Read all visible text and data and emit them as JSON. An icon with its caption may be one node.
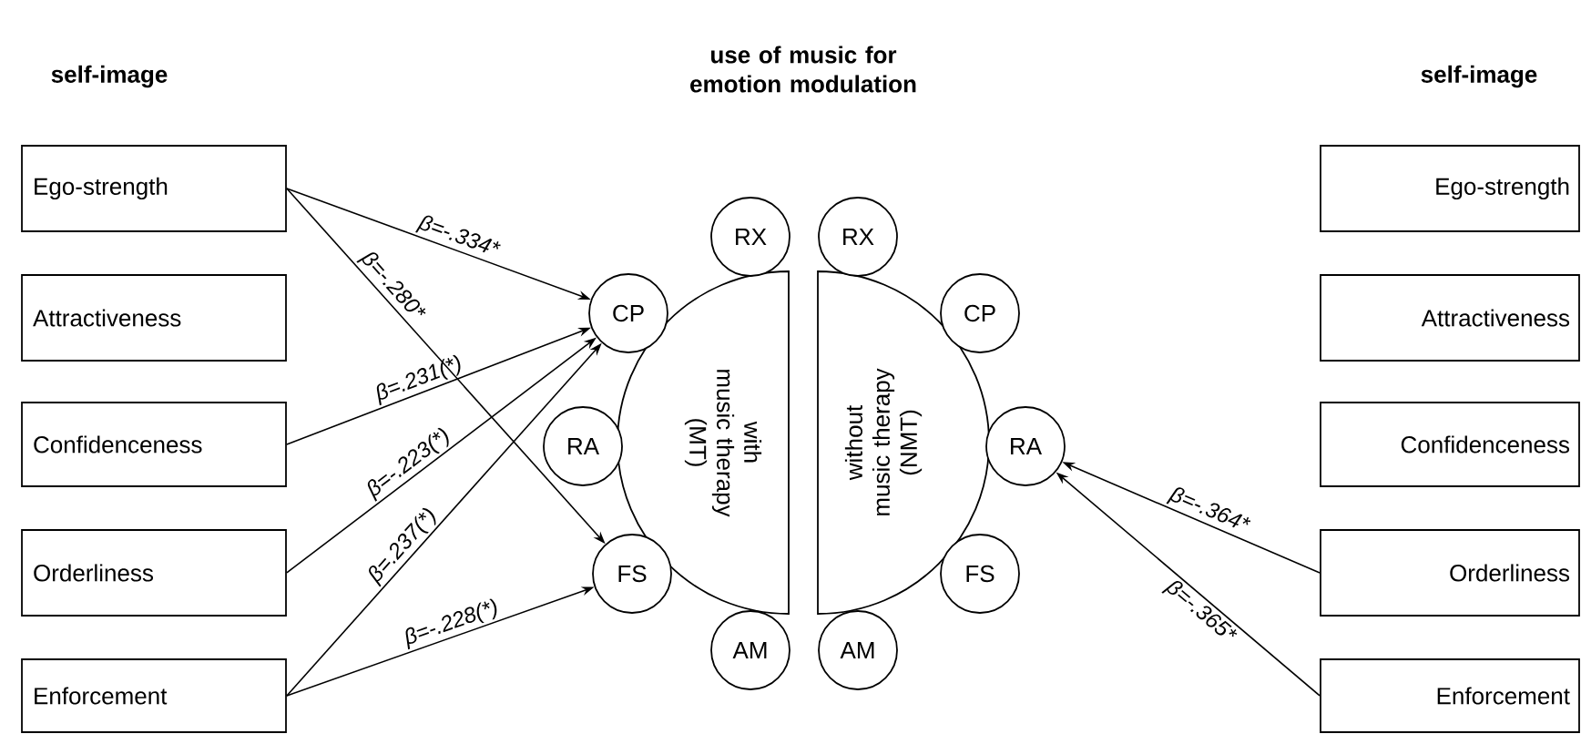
{
  "diagram": {
    "title": "use of music for emotion modulation",
    "nodes": [
      {
        "text": [
          "Ego-strength"
        ]
      },
      {
        "text": [
          "Attractiveness"
        ]
      },
      {
        "text": [
          "Confidenceness"
        ]
      },
      {
        "text": [
          "Orderliness"
        ]
      },
      {
        "text": [
          "Enforcement"
        ]
      },
      {
        "text": [
          "with music therapy (MT)"
        ]
      },
      {
        "text": [
          "RX"
        ]
      },
      {
        "text": [
          "CP"
        ]
      },
      {
        "text": [
          "RA"
        ]
      },
      {
        "text": [
          "FS"
        ]
      },
      {
        "text": [
          "AM"
        ]
      },
      {
        "text": [
          "without music therapy (NMT)"
        ]
      },
      {
        "text": [
          "RX"
        ]
      },
      {
        "text": [
          "CP"
        ]
      },
      {
        "text": [
          "RA"
        ]
      },
      {
        "text": [
          "FS"
        ]
      },
      {
        "text": [
          "AM"
        ]
      },
      {
        "text": [
          "Ego-strength"
        ]
      },
      {
        "text": [
          "Attractiveness"
        ]
      },
      {
        "text": [
          "Confidenceness"
        ]
      },
      {
        "text": [
          "Orderliness"
        ]
      },
      {
        "text": [
          "Enforcement"
        ]
      }
    ],
    "edges": [
      {
        "from": 0,
        "to": 7,
        "arrow": "to",
        "label": "β=-.334*"
      },
      {
        "from": 0,
        "to": 9,
        "arrow": "to",
        "label": "β=-.280*"
      },
      {
        "from": 2,
        "to": 7,
        "arrow": "to",
        "label": "β=.231(*)"
      },
      {
        "from": 3,
        "to": 7,
        "arrow": "to",
        "label": "β=-.223(*)"
      },
      {
        "from": 4,
        "to": 7,
        "arrow": "to",
        "label": "β=.237(*)"
      },
      {
        "from": 4,
        "to": 9,
        "arrow": "to",
        "label": "β=-.228(*)"
      },
      {
        "from": 20,
        "to": 14,
        "arrow": "to",
        "label": "β=-.364*"
      },
      {
        "from": 21,
        "to": 14,
        "arrow": "to",
        "label": "β=-.365*"
      }
    ],
    "labels": [
      "self-image",
      "self-image"
    ]
  }
}
